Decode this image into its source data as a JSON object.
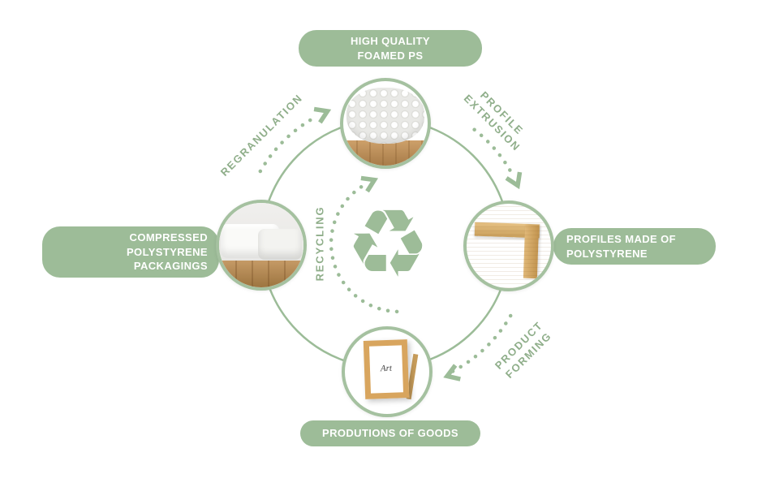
{
  "colors": {
    "accent_green": "#9dbc98",
    "text_green": "#8fae8a",
    "ring_green": "#9cbc98",
    "wood": "#cda06a",
    "white": "#ffffff"
  },
  "labels": {
    "top": {
      "line1": "HIGH QUALITY",
      "line2": "FOAMED PS"
    },
    "right": {
      "line1": "PROFILES MADE OF",
      "line2": "POLYSTYRENE"
    },
    "left": {
      "line1": "COMPRESSED POLYSTYRENE",
      "line2": "PACKAGINGS"
    },
    "bottom": "PRODUTIONS OF GOODS"
  },
  "process_steps": {
    "regranulation": "REGRANULATION",
    "profile_extrusion": {
      "line1": "PROFILE",
      "line2": "EXTRUSION"
    },
    "product_forming": {
      "line1": "PRODUCT",
      "line2": "FORMING"
    },
    "recycling": "RECYCLING"
  },
  "center": {
    "recycle_glyph": "♻"
  },
  "photos": {
    "top": "foamed-ps-granules-photo",
    "right": "polystyrene-profile-corner-photo",
    "bottom": "picture-frame-product-photo",
    "left": "compressed-polystyrene-packaging-photo",
    "frame_text": "Art"
  }
}
